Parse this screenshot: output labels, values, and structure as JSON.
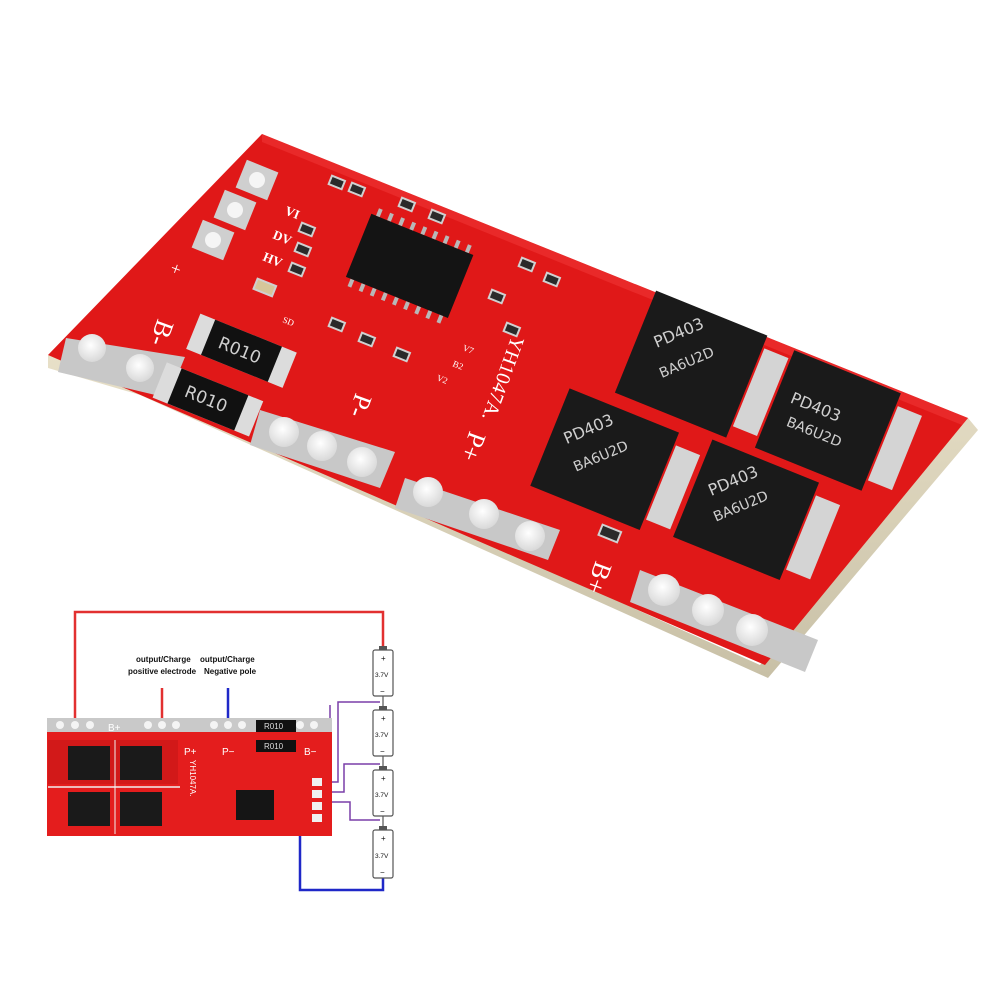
{
  "photo": {
    "board_label": "YH1047A.",
    "pad_labels": {
      "b_minus": "B-",
      "p_minus": "P-",
      "p_plus": "P+",
      "b_plus": "B+"
    },
    "resistor_marking": "R010",
    "mosfet_line1": "PD403",
    "mosfet_line2": "BA6U2D",
    "small_markings": [
      "HV",
      "DV",
      "VI",
      "SD",
      "B2",
      "V7",
      "V2"
    ]
  },
  "diagram": {
    "annotation_positive": [
      "output/Charge",
      "positive electrode"
    ],
    "annotation_negative": [
      "output/Charge",
      "Negative pole"
    ],
    "board_label": "YH1047A.",
    "pad_labels": {
      "b_plus": "B+",
      "p_plus": "P+",
      "p_minus": "P−",
      "b_minus": "B−"
    },
    "resistor_marking": "R010",
    "cells": [
      {
        "voltage": "3.7V",
        "plus": "+",
        "minus": "−"
      },
      {
        "voltage": "3.7V",
        "plus": "+",
        "minus": "−"
      },
      {
        "voltage": "3.7V",
        "plus": "+",
        "minus": "−"
      },
      {
        "voltage": "3.7V",
        "plus": "+",
        "minus": "−"
      }
    ],
    "colors": {
      "positive_wire": "#e23030",
      "negative_wire": "#1f28c8",
      "balance_wire": "#7a3fa8",
      "pcb": "#e41d1d",
      "pad": "#c9c9c9"
    }
  }
}
